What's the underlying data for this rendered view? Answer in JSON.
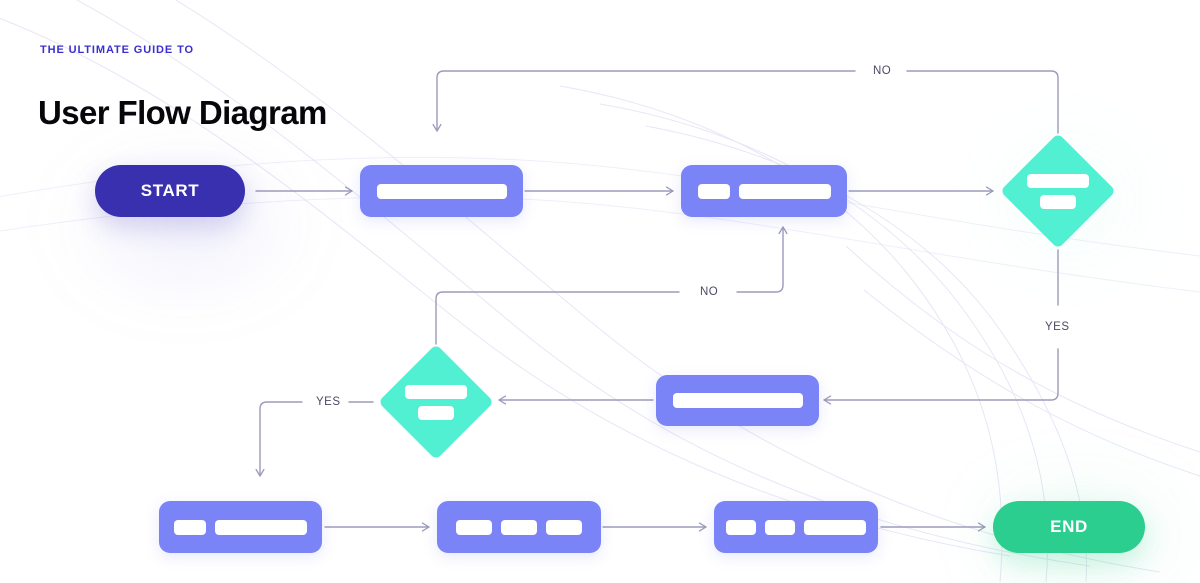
{
  "header": {
    "eyebrow": "THE ULTIMATE GUIDE TO",
    "title": "User Flow Diagram"
  },
  "colors": {
    "accent_blue": "#3B2FD0",
    "start_fill": "#3830AE",
    "end_fill": "#2BCE8E",
    "process_fill": "#7B84F7",
    "decision_fill": "#51F0D2",
    "connector": "#9B9BB9",
    "background": "#FFFFFF",
    "title": "#07070B"
  },
  "nodes": {
    "start": {
      "label": "START",
      "shape": "terminator"
    },
    "end": {
      "label": "END",
      "shape": "terminator"
    },
    "process_1": {
      "label": "",
      "shape": "process",
      "bars": [
        130
      ]
    },
    "process_2": {
      "label": "",
      "shape": "process",
      "bars": [
        32,
        92
      ]
    },
    "process_3": {
      "label": "",
      "shape": "process",
      "bars": [
        130
      ]
    },
    "process_4": {
      "label": "",
      "shape": "process",
      "bars": [
        32,
        92
      ]
    },
    "process_5": {
      "label": "",
      "shape": "process",
      "bars": [
        36,
        36,
        36
      ]
    },
    "process_6": {
      "label": "",
      "shape": "process",
      "bars": [
        30,
        30,
        62
      ]
    },
    "decision_1": {
      "label": "",
      "shape": "decision",
      "bars": [
        62,
        36
      ]
    },
    "decision_2": {
      "label": "",
      "shape": "decision",
      "bars": [
        62,
        36
      ]
    }
  },
  "edge_labels": {
    "no_top": "NO",
    "no_middle": "NO",
    "yes_right": "YES",
    "yes_left": "YES"
  }
}
